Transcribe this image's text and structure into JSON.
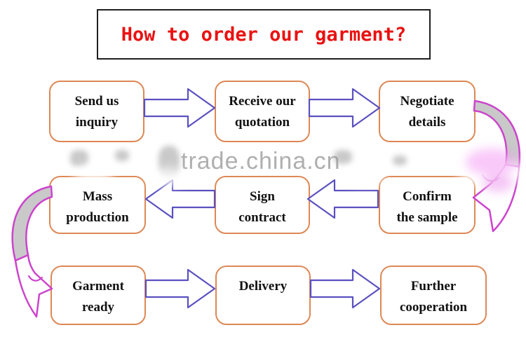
{
  "title": {
    "text": "How to order our garment?"
  },
  "watermark": {
    "text": "trade.china.cn"
  },
  "nodes": [
    {
      "id": "send-us-inquiry",
      "row": 1,
      "line1": "Send us",
      "line2": "inquiry"
    },
    {
      "id": "receive-our-quotation",
      "row": 1,
      "line1": "Receive our",
      "line2": "quotation"
    },
    {
      "id": "negotiate-details",
      "row": 1,
      "line1": "Negotiate",
      "line2": "details"
    },
    {
      "id": "mass-production",
      "row": 2,
      "line1": "Mass",
      "line2": "production"
    },
    {
      "id": "sign-contract",
      "row": 2,
      "line1": "Sign",
      "line2": "contract"
    },
    {
      "id": "confirm-the-sample",
      "row": 2,
      "line1": "Confirm",
      "line2": "the sample"
    },
    {
      "id": "garment-ready",
      "row": 3,
      "line1": "Garment",
      "line2": "ready"
    },
    {
      "id": "delivery",
      "row": 3,
      "line1": "Delivery",
      "line2": ""
    },
    {
      "id": "further-cooperation",
      "row": 3,
      "line1": "Further",
      "line2": "cooperation"
    }
  ],
  "edges": [
    {
      "from": "Send us inquiry",
      "to": "Receive our quotation",
      "style": "block-arrow-right"
    },
    {
      "from": "Receive our quotation",
      "to": "Negotiate details",
      "style": "block-arrow-right"
    },
    {
      "from": "Negotiate details",
      "to": "Confirm the sample",
      "style": "curved-arrow-down-right-side"
    },
    {
      "from": "Confirm the sample",
      "to": "Sign contract",
      "style": "block-arrow-left"
    },
    {
      "from": "Sign contract",
      "to": "Mass production",
      "style": "block-arrow-left"
    },
    {
      "from": "Mass production",
      "to": "Garment ready",
      "style": "curved-arrow-down-left-side"
    },
    {
      "from": "Garment ready",
      "to": "Delivery",
      "style": "block-arrow-right"
    },
    {
      "from": "Delivery",
      "to": "Further cooperation",
      "style": "block-arrow-right"
    }
  ],
  "colors": {
    "title_text": "#e91212",
    "title_border": "#1f1f1f",
    "node_border": "#dd8855",
    "node_text": "#111111",
    "block_arrow_stroke": "#5a50c0",
    "block_arrow_fill": "#ffffff",
    "curved_arrow_stroke": "#cc44cc",
    "curved_arrow_gray_fill": "#c9c9c9",
    "watermark_text": "#a7a7a7",
    "background": "#ffffff"
  }
}
